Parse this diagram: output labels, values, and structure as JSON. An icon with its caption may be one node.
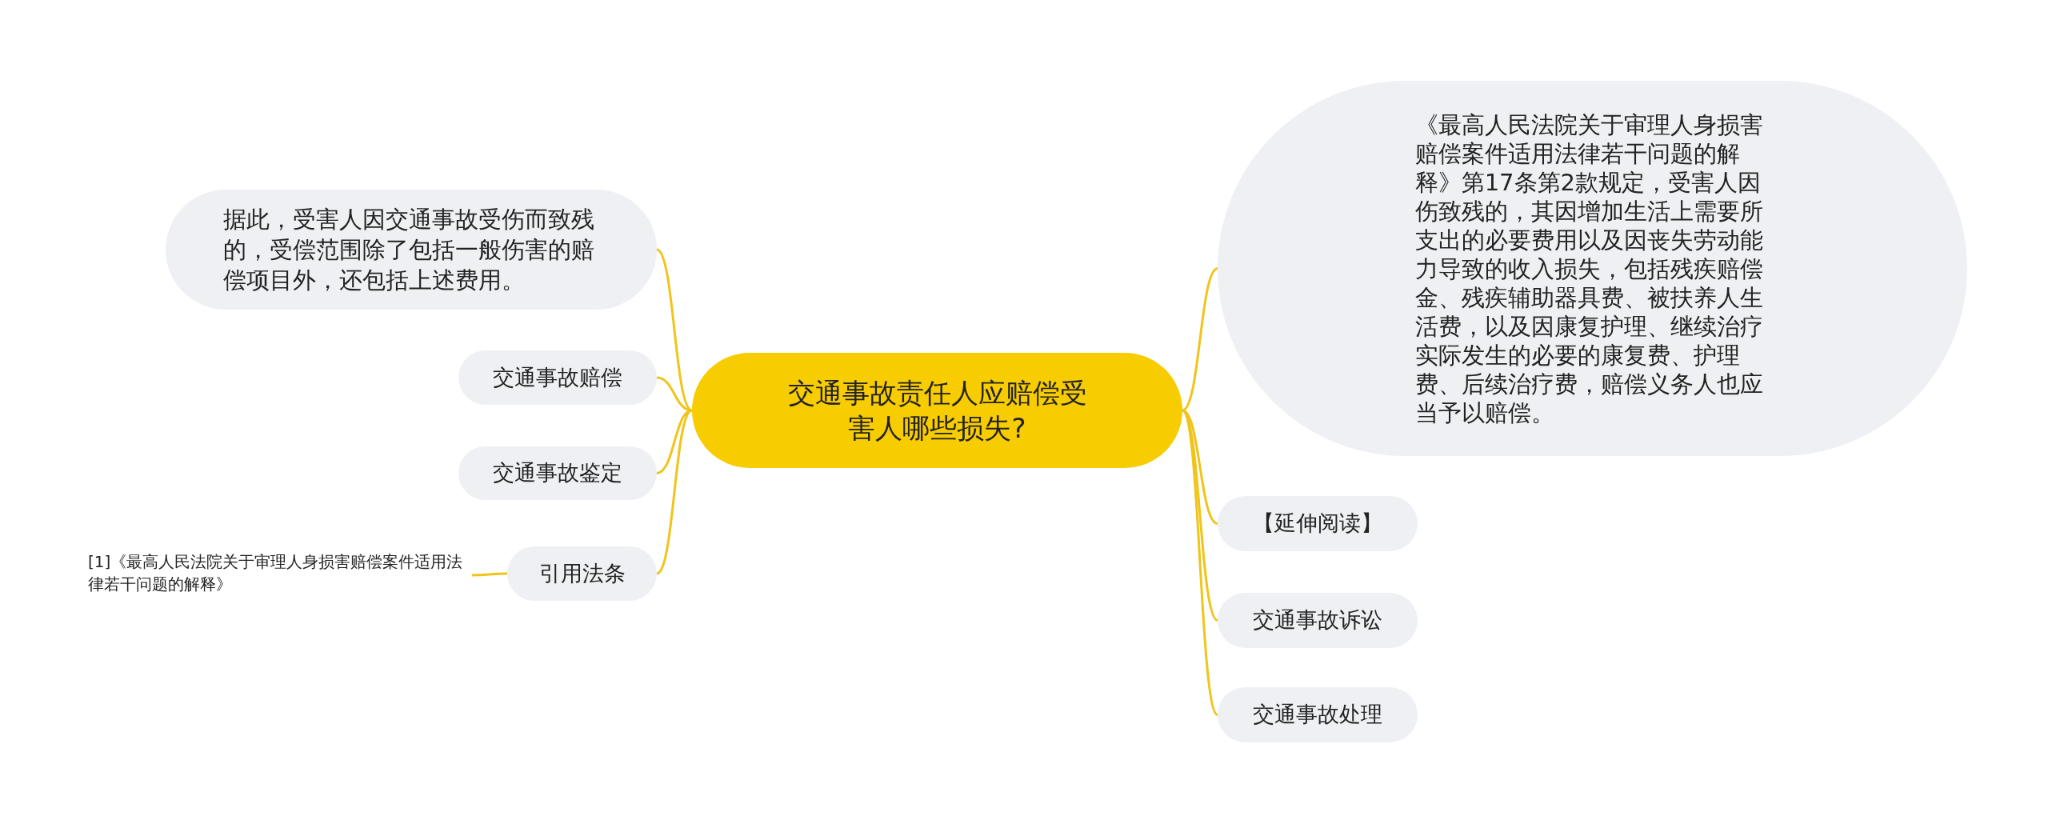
{
  "diagram": {
    "nodes": [
      {
        "text": [
          "交通事故责任人应赔偿受害人哪些损失?"
        ]
      },
      {
        "text": [
          "据此，受害人因交通事故受伤而致残的，受偿范围除了包括一般伤害的赔偿项目外，还包括上述费用。"
        ]
      },
      {
        "text": [
          "交通事故赔偿"
        ]
      },
      {
        "text": [
          "交通事故鉴定"
        ]
      },
      {
        "text": [
          "引用法条"
        ]
      },
      {
        "text": [
          "[1]《最高人民法院关于审理人身损害赔偿案件适用法律若干问题的解释》"
        ]
      },
      {
        "text": [
          "《最高人民法院关于审理人身损害赔偿案件适用法律若干问题的解释》第17条第2款规定，受害人因伤致残的，其因增加生活上需要所支出的必要费用以及因丧失劳动能力导致的收入损失，包括残疾赔偿金、残疾辅助器具费、被扶养人生活费，以及因康复护理、继续治疗实际发生的必要的康复费、护理费、后续治疗费，赔偿义务人也应当予以赔偿。"
        ]
      },
      {
        "text": [
          "【延伸阅读】"
        ]
      },
      {
        "text": [
          "交通事故诉讼"
        ]
      },
      {
        "text": [
          "交通事故处理"
        ]
      }
    ],
    "edges": [
      {
        "from": 0,
        "to": 1,
        "arrow": "none"
      },
      {
        "from": 0,
        "to": 2,
        "arrow": "none"
      },
      {
        "from": 0,
        "to": 3,
        "arrow": "none"
      },
      {
        "from": 0,
        "to": 4,
        "arrow": "none"
      },
      {
        "from": 4,
        "to": 5,
        "arrow": "none"
      },
      {
        "from": 0,
        "to": 6,
        "arrow": "none"
      },
      {
        "from": 0,
        "to": 7,
        "arrow": "none"
      },
      {
        "from": 0,
        "to": 8,
        "arrow": "none"
      },
      {
        "from": 0,
        "to": 9,
        "arrow": "none"
      }
    ]
  }
}
